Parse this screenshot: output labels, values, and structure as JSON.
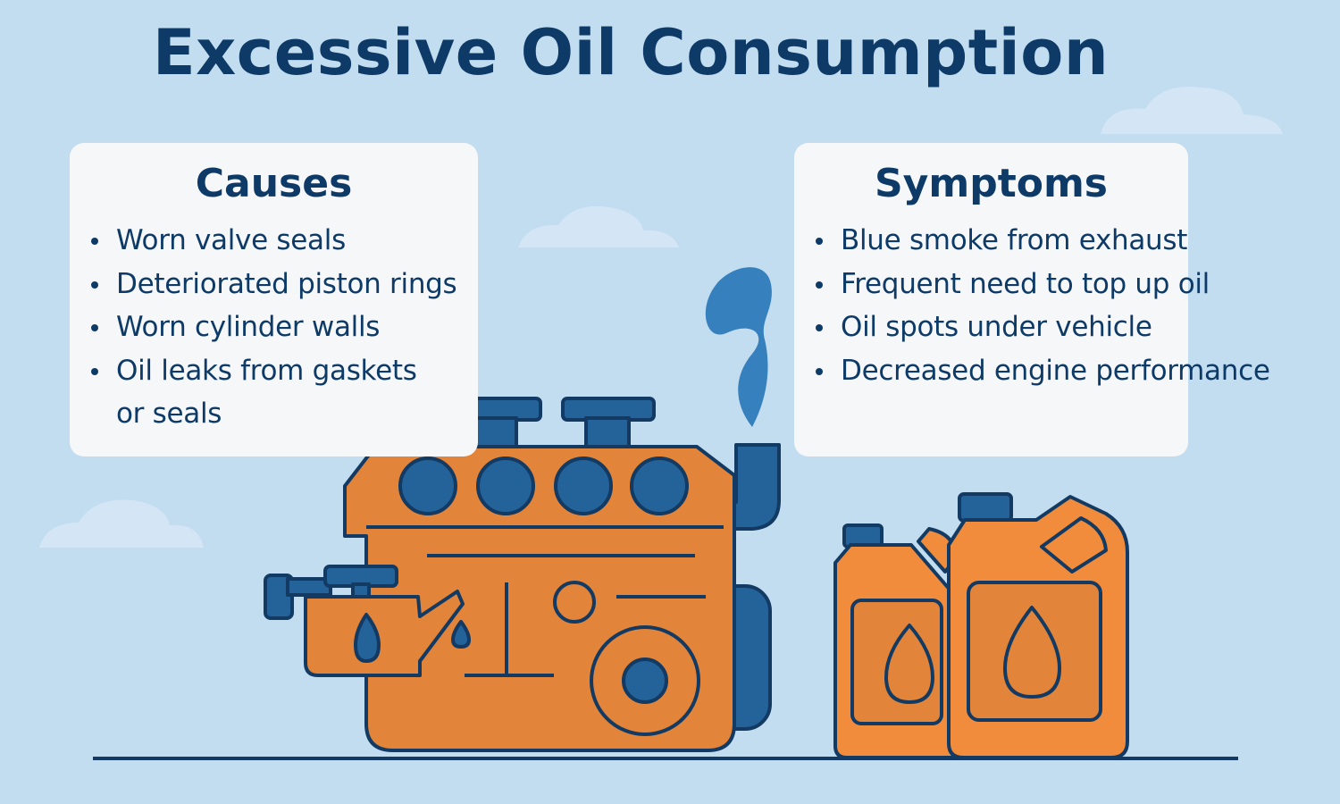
{
  "title": "Excessive Oil Consumption",
  "causes": {
    "heading": "Causes",
    "items": [
      "Worn valve seals",
      "Deteriorated piston rings",
      "Worn cylinder walls",
      "Oil leaks from gaskets",
      "or seals"
    ]
  },
  "symptoms": {
    "heading": "Symptoms",
    "items": [
      "Blue smoke from exhaust",
      "Frequent need to top up oil",
      "Oil spots under vehicle",
      "Decreased engine performance"
    ]
  },
  "colors": {
    "background": "#c2dcf0",
    "title": "#0d3a66",
    "engine_orange": "#e2843a",
    "outline": "#123a63",
    "accent_blue": "#24629a",
    "smoke_blue": "#3680bd"
  },
  "icons": [
    "cloud-icon",
    "engine-icon",
    "exhaust-smoke-icon",
    "oil-can-icon",
    "oil-jug-icon",
    "oil-drop-icon"
  ]
}
